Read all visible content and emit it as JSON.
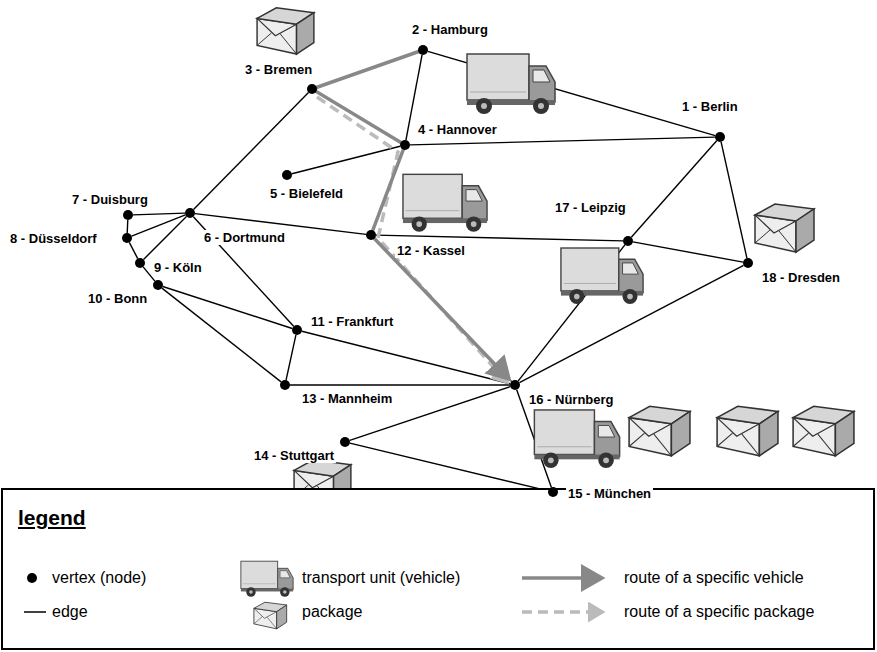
{
  "diagram": {
    "nodes": [
      {
        "text": [
          "1 - Berlin"
        ]
      },
      {
        "text": [
          "2 - Hamburg"
        ]
      },
      {
        "text": [
          "3 - Bremen"
        ]
      },
      {
        "text": [
          "4 - Hannover"
        ]
      },
      {
        "text": [
          "5 - Bielefeld"
        ]
      },
      {
        "text": [
          "6 - Dortmund"
        ]
      },
      {
        "text": [
          "7 - Duisburg"
        ]
      },
      {
        "text": [
          "8 - Düsseldorf"
        ]
      },
      {
        "text": [
          "9 - Köln"
        ]
      },
      {
        "text": [
          "10 - Bonn"
        ]
      },
      {
        "text": [
          "11 - Frankfurt"
        ]
      },
      {
        "text": [
          "12 - Kassel"
        ]
      },
      {
        "text": [
          "13 - Mannheim"
        ]
      },
      {
        "text": [
          "14 - Stuttgart"
        ]
      },
      {
        "text": [
          "15 - München"
        ]
      },
      {
        "text": [
          "16 - Nürnberg"
        ]
      },
      {
        "text": [
          "17 - Leipzig"
        ]
      },
      {
        "text": [
          "18 - Dresden"
        ]
      }
    ],
    "edges": [
      {
        "from": 2,
        "to": 1,
        "arrow": "none"
      },
      {
        "from": 1,
        "to": 3,
        "arrow": "none"
      },
      {
        "from": 1,
        "to": 0,
        "arrow": "none"
      },
      {
        "from": 2,
        "to": 3,
        "arrow": "none"
      },
      {
        "from": 3,
        "to": 0,
        "arrow": "none"
      },
      {
        "from": 2,
        "to": 5,
        "arrow": "none"
      },
      {
        "from": 4,
        "to": 3,
        "arrow": "none"
      },
      {
        "from": 3,
        "to": 11,
        "arrow": "none"
      },
      {
        "from": 6,
        "to": 5,
        "arrow": "none"
      },
      {
        "from": 7,
        "to": 5,
        "arrow": "none"
      },
      {
        "from": 8,
        "to": 5,
        "arrow": "none"
      },
      {
        "from": 5,
        "to": 11,
        "arrow": "none"
      },
      {
        "from": 5,
        "to": 10,
        "arrow": "none"
      },
      {
        "from": 6,
        "to": 7,
        "arrow": "none"
      },
      {
        "from": 7,
        "to": 8,
        "arrow": "none"
      },
      {
        "from": 8,
        "to": 9,
        "arrow": "none"
      },
      {
        "from": 9,
        "to": 10,
        "arrow": "none"
      },
      {
        "from": 9,
        "to": 12,
        "arrow": "none"
      },
      {
        "from": 10,
        "to": 12,
        "arrow": "none"
      },
      {
        "from": 10,
        "to": 15,
        "arrow": "none"
      },
      {
        "from": 12,
        "to": 15,
        "arrow": "none"
      },
      {
        "from": 11,
        "to": 15,
        "arrow": "none"
      },
      {
        "from": 11,
        "to": 16,
        "arrow": "none"
      },
      {
        "from": 16,
        "to": 0,
        "arrow": "none"
      },
      {
        "from": 0,
        "to": 17,
        "arrow": "none"
      },
      {
        "from": 16,
        "to": 17,
        "arrow": "none"
      },
      {
        "from": 15,
        "to": 17,
        "arrow": "none"
      },
      {
        "from": 15,
        "to": 16,
        "arrow": "none"
      },
      {
        "from": 15,
        "to": 13,
        "arrow": "none"
      },
      {
        "from": 13,
        "to": 14,
        "arrow": "none"
      },
      {
        "from": 15,
        "to": 14,
        "arrow": "none"
      }
    ],
    "labels": [
      "legend"
    ],
    "legend": [
      {
        "text": "vertex (node)"
      },
      {
        "text": "edge"
      },
      {
        "text": "transport unit (vehicle)"
      },
      {
        "text": "package"
      },
      {
        "text": "route of a specific vehicle"
      },
      {
        "text": "route of a specific package"
      }
    ]
  }
}
